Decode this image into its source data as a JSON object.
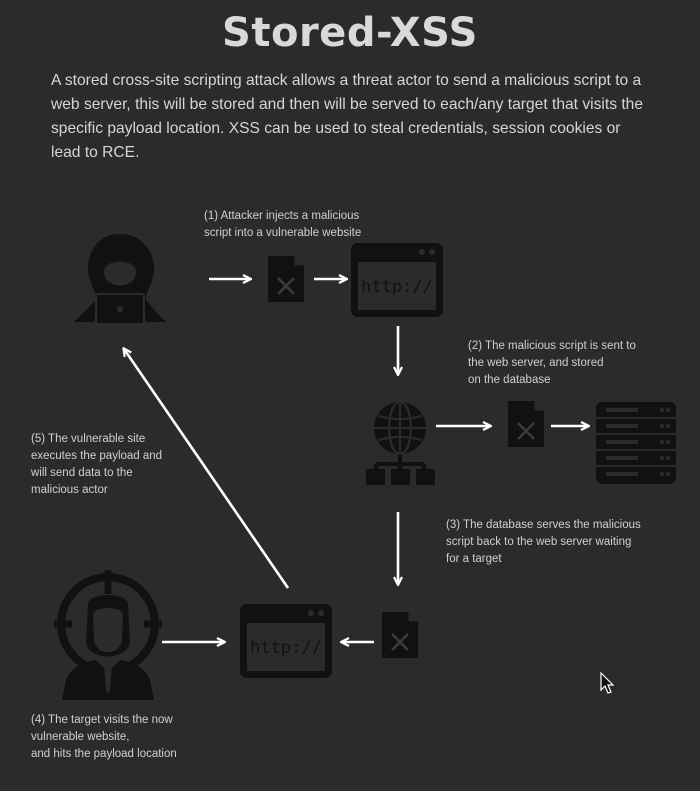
{
  "title": "Stored-XSS",
  "intro": "A stored cross-site scripting attack allows a threat actor to send a malicious script to a web server, this will be stored and then will be served to each/any target that visits the specific payload location. XSS can be used to steal credentials, session cookies or lead to RCE.",
  "steps": {
    "step1": "(1) Attacker injects a malicious\nscript into a vulnerable website",
    "step2": "(2) The malicious script is sent to\nthe web server, and stored\non the database",
    "step3": "(3) The database serves the malicious\nscript back to the web server waiting\nfor a target",
    "step4": "(4) The target visits the now\nvulnerable website,\nand hits the payload location",
    "step5": "(5) The vulnerable site\nexecutes the payload and\nwill send data to the\nmalicious actor"
  },
  "browser_text": "http://",
  "colors": {
    "background": "#2b2b2b",
    "icon": "#111111",
    "arrow": "#ffffff"
  },
  "icons": [
    "hacker-icon",
    "malicious-file-icon",
    "browser-icon",
    "web-server-globe-icon",
    "database-server-icon",
    "target-victim-icon",
    "mouse-cursor-icon"
  ]
}
